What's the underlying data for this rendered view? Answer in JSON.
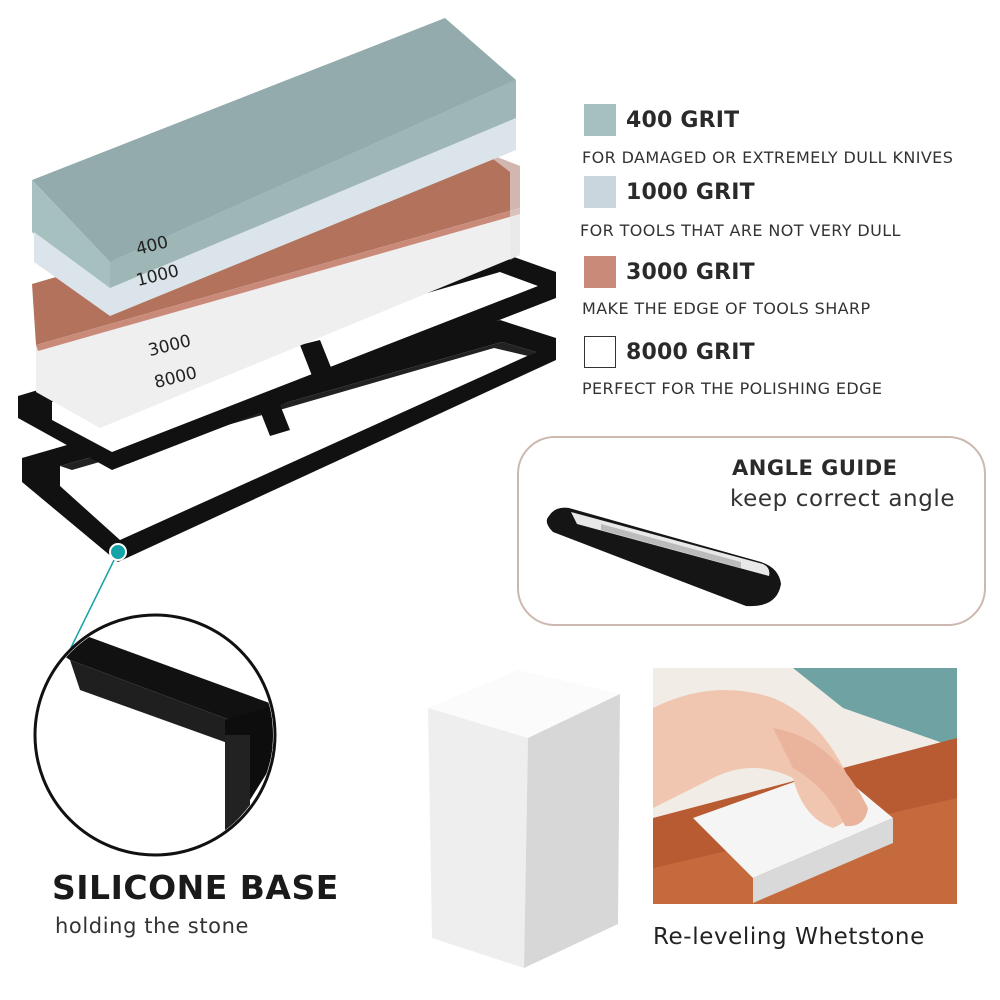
{
  "grits": [
    {
      "title": "400 GRIT",
      "description": "FOR DAMAGED OR EXTREMELY DULL KNIVES",
      "color": "#a6c0c0"
    },
    {
      "title": "1000 GRIT",
      "description": "FOR TOOLS THAT ARE NOT VERY DULL",
      "color": "#c9d6de"
    },
    {
      "title": "3000 GRIT",
      "description": "MAKE THE EDGE OF TOOLS SHARP",
      "color": "#c98a79"
    },
    {
      "title": "8000 GRIT",
      "description": "PERFECT FOR THE POLISHING EDGE",
      "color": "#ffffff"
    }
  ],
  "stones": {
    "top_upper_label": "400",
    "top_lower_label": "1000",
    "bottom_upper_label": "3000",
    "bottom_lower_label": "8000",
    "colors": {
      "green": "#93abad",
      "light_blue": "#dbe4ea",
      "terracotta": "#b2725c",
      "white": "#efefef"
    }
  },
  "angle_guide": {
    "title": "ANGLE GUIDE",
    "subtitle": "keep correct angle"
  },
  "silicone_base": {
    "title": "SILICONE BASE",
    "subtitle": "holding the stone",
    "accent": "#14a3a6"
  },
  "releveling": {
    "label": "Re-leveling Whetstone"
  }
}
